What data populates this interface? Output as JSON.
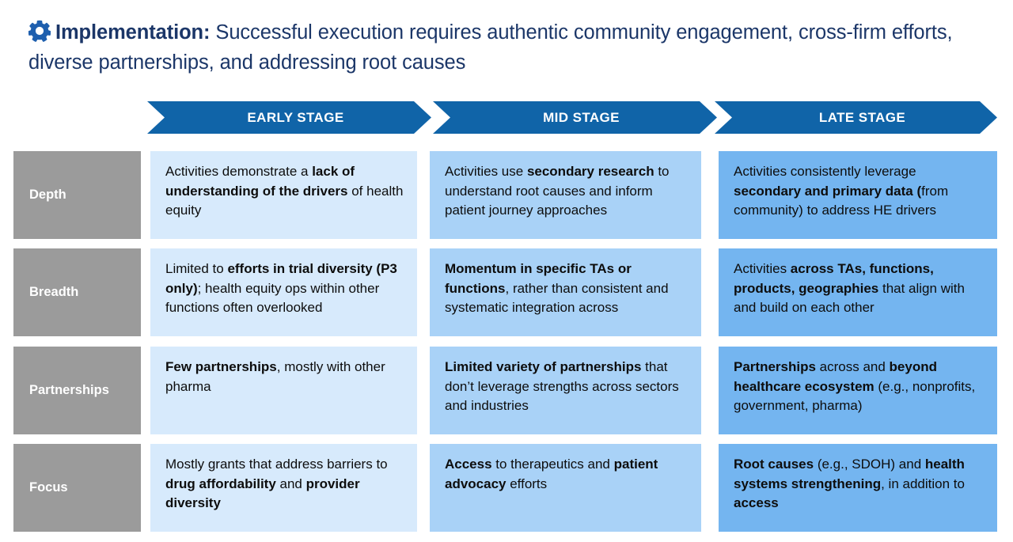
{
  "title": {
    "icon": "gear-icon",
    "emphasis": "Implementation:",
    "rest": " Successful execution requires authentic community engagement, cross-firm efforts, diverse partnerships, and addressing root causes",
    "color": "#1b3668",
    "icon_color": "#1e5fae"
  },
  "colors": {
    "arrow_blue": "#1064a8",
    "row_label_gray": "#9b9b9b",
    "column_early": "#d7eafc",
    "column_mid": "#a9d2f7",
    "column_late": "#74b5f0"
  },
  "columns": [
    {
      "label": "EARLY STAGE"
    },
    {
      "label": "MID STAGE"
    },
    {
      "label": "LATE STAGE"
    }
  ],
  "rows": [
    {
      "label": "Depth",
      "cells": [
        {
          "segments": [
            {
              "text": "Activities demonstrate a ",
              "bold": false
            },
            {
              "text": "lack of understanding of the drivers",
              "bold": true
            },
            {
              "text": " of health equity",
              "bold": false
            }
          ]
        },
        {
          "segments": [
            {
              "text": "Activities use ",
              "bold": false
            },
            {
              "text": "secondary research",
              "bold": true
            },
            {
              "text": " to understand root causes and inform patient journey approaches",
              "bold": false
            }
          ]
        },
        {
          "segments": [
            {
              "text": "Activities consistently leverage ",
              "bold": false
            },
            {
              "text": "secondary and primary data (",
              "bold": true
            },
            {
              "text": "from community) to address HE drivers",
              "bold": false
            }
          ]
        }
      ]
    },
    {
      "label": "Breadth",
      "cells": [
        {
          "segments": [
            {
              "text": "Limited to ",
              "bold": false
            },
            {
              "text": "efforts in trial diversity (P3 only)",
              "bold": true
            },
            {
              "text": "; health equity ops within other functions often overlooked",
              "bold": false
            }
          ]
        },
        {
          "segments": [
            {
              "text": "Momentum in specific TAs or functions",
              "bold": true
            },
            {
              "text": ", rather than consistent and systematic integration across",
              "bold": false
            }
          ]
        },
        {
          "segments": [
            {
              "text": "Activities ",
              "bold": false
            },
            {
              "text": "across TAs, functions, products, geographies",
              "bold": true
            },
            {
              "text": " that align with and build on each other",
              "bold": false
            }
          ]
        }
      ]
    },
    {
      "label": "Partnerships",
      "cells": [
        {
          "segments": [
            {
              "text": "Few partnerships",
              "bold": true
            },
            {
              "text": ", mostly with other pharma",
              "bold": false
            }
          ]
        },
        {
          "segments": [
            {
              "text": "Limited variety of partnerships",
              "bold": true
            },
            {
              "text": " that don’t leverage strengths across sectors and industries",
              "bold": false
            }
          ]
        },
        {
          "segments": [
            {
              "text": "Partnerships",
              "bold": true
            },
            {
              "text": " across and ",
              "bold": false
            },
            {
              "text": "beyond healthcare ecosystem",
              "bold": true
            },
            {
              "text": " (e.g., nonprofits, government, pharma)",
              "bold": false
            }
          ]
        }
      ]
    },
    {
      "label": "Focus",
      "cells": [
        {
          "segments": [
            {
              "text": "Mostly grants that address barriers to ",
              "bold": false
            },
            {
              "text": "drug affordability",
              "bold": true
            },
            {
              "text": " and ",
              "bold": false
            },
            {
              "text": "provider diversity",
              "bold": true
            }
          ]
        },
        {
          "segments": [
            {
              "text": "Access",
              "bold": true
            },
            {
              "text": " to therapeutics and ",
              "bold": false
            },
            {
              "text": "patient advocacy",
              "bold": true
            },
            {
              "text": " efforts",
              "bold": false
            }
          ]
        },
        {
          "segments": [
            {
              "text": "Root causes",
              "bold": true
            },
            {
              "text": " (e.g., SDOH) and ",
              "bold": false
            },
            {
              "text": "health systems strengthening",
              "bold": true
            },
            {
              "text": ", in addition to ",
              "bold": false
            },
            {
              "text": "access",
              "bold": true
            }
          ]
        }
      ]
    }
  ]
}
